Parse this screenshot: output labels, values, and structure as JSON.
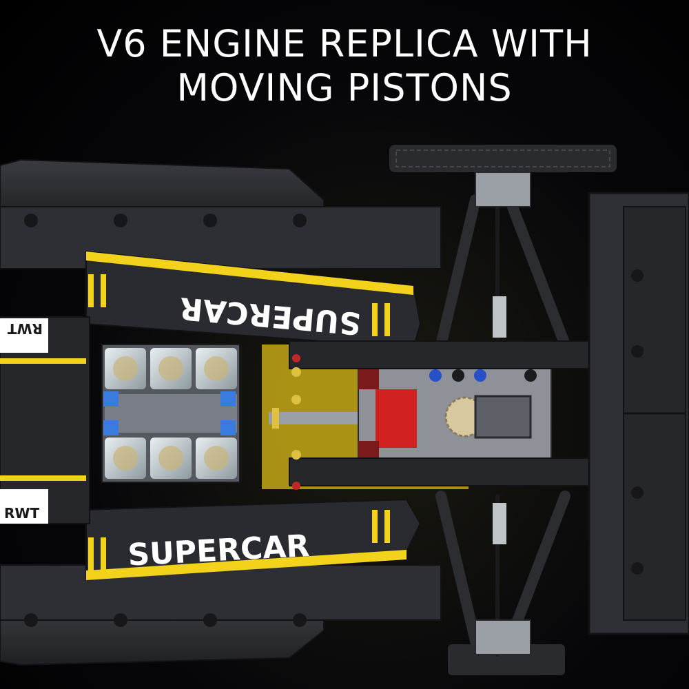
{
  "headline": {
    "line1": "V6 ENGINE REPLICA WITH",
    "line2": "MOVING PISTONS"
  },
  "decals": {
    "upper_text": "SUPERCAR",
    "lower_text": "SUPERCAR",
    "brand_upper": "RWT",
    "brand_lower": "RWT"
  },
  "colors": {
    "background": "#000000",
    "body": "#2b2c30",
    "accent": "#f2d21b",
    "engine_bay": "#c4a816",
    "transparent_parts": "#cfd6da",
    "red_part": "#d02020",
    "blue_pins": "#2850c8",
    "tan_gear": "#d8c8a0"
  }
}
